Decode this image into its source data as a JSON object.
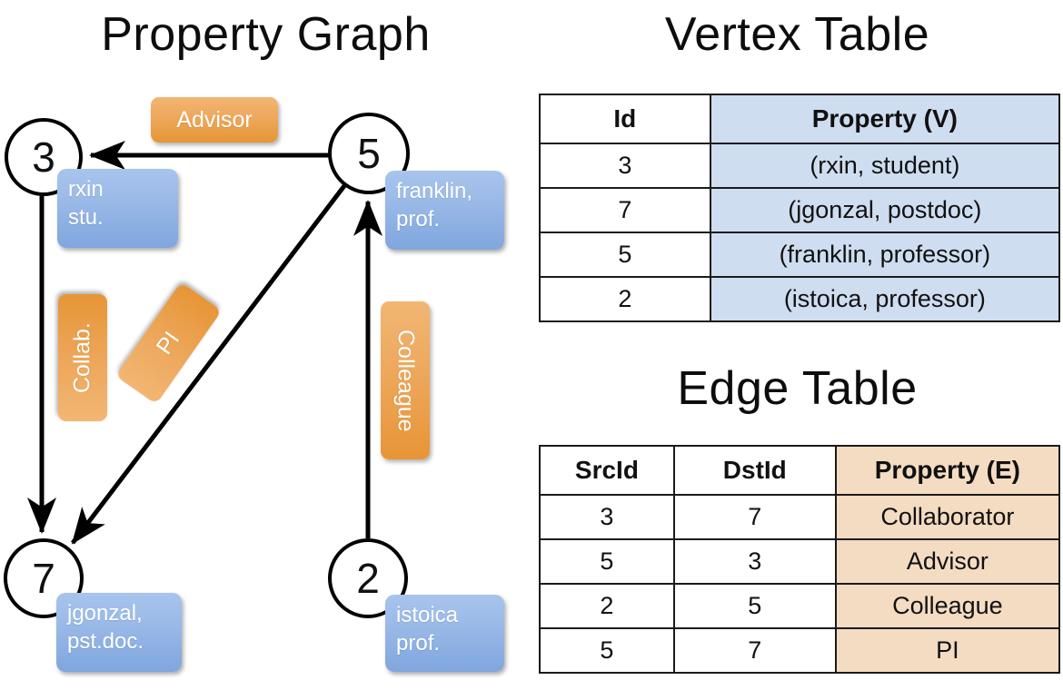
{
  "titles": {
    "property_graph": "Property Graph",
    "vertex_table": "Vertex Table",
    "edge_table": "Edge Table"
  },
  "graph": {
    "nodes": [
      {
        "id": "3",
        "label": "3",
        "property_line1": "rxin",
        "property_line2": "stu."
      },
      {
        "id": "5",
        "label": "5",
        "property_line1": "franklin,",
        "property_line2": "prof."
      },
      {
        "id": "7",
        "label": "7",
        "property_line1": "jgonzal,",
        "property_line2": "pst.doc."
      },
      {
        "id": "2",
        "label": "2",
        "property_line1": "istoica",
        "property_line2": "prof."
      }
    ],
    "edge_labels": {
      "advisor": "Advisor",
      "collab": "Collab.",
      "pi": "PI",
      "colleague": "Colleague"
    }
  },
  "vertex_table": {
    "headers": [
      "Id",
      "Property (V)"
    ],
    "rows": [
      {
        "id": "3",
        "property": "(rxin, student)"
      },
      {
        "id": "7",
        "property": "(jgonzal, postdoc)"
      },
      {
        "id": "5",
        "property": "(franklin, professor)"
      },
      {
        "id": "2",
        "property": "(istoica, professor)"
      }
    ]
  },
  "edge_table": {
    "headers": [
      "SrcId",
      "DstId",
      "Property (E)"
    ],
    "rows": [
      {
        "src": "3",
        "dst": "7",
        "property": "Collaborator"
      },
      {
        "src": "5",
        "dst": "3",
        "property": "Advisor"
      },
      {
        "src": "2",
        "dst": "5",
        "property": "Colleague"
      },
      {
        "src": "5",
        "dst": "7",
        "property": "PI"
      }
    ]
  },
  "colors": {
    "vertex_property_fill": "#cfddf0",
    "edge_property_fill": "#f4dcc2",
    "node_property_box": "#9cbbe8",
    "edge_label_box": "#eda85c",
    "stroke": "#000000"
  }
}
